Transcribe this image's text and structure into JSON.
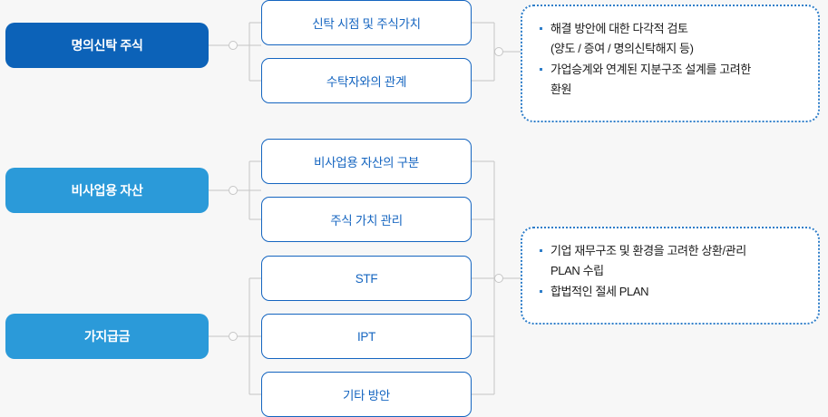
{
  "diagram": {
    "type": "mind-map",
    "background_color": "#f7f7f7",
    "colors": {
      "category_dark": "#0c62b8",
      "category_light": "#2b9ad9",
      "node_border": "#1565c0",
      "node_text": "#1565c0",
      "callout_border": "#2f7ec9",
      "connector": "#c6c6c6"
    },
    "groups": [
      {
        "category": {
          "label": "명의신탁 주식",
          "style": "dark"
        },
        "nodes": [
          {
            "label": "신탁 시점 및 주식가치"
          },
          {
            "label": "수탁자와의 관계"
          }
        ]
      },
      {
        "category": {
          "label": "비사업용 자산",
          "style": "light"
        },
        "nodes": [
          {
            "label": "비사업용 자산의 구분"
          },
          {
            "label": "주식 가치 관리"
          }
        ]
      },
      {
        "category": {
          "label": "가지급금",
          "style": "light"
        },
        "nodes": [
          {
            "label": "STF"
          },
          {
            "label": "IPT"
          },
          {
            "label": "기타 방안"
          }
        ]
      }
    ],
    "callouts": [
      {
        "id": "callout-top",
        "bullets": [
          {
            "lines": [
              "해결 방안에 대한 다각적 검토",
              "(양도 / 증여 / 명의신탁해지 등)"
            ]
          },
          {
            "lines": [
              "가업승계와 연계된 지분구조 설계를 고려한",
              "환원"
            ]
          }
        ]
      },
      {
        "id": "callout-bottom",
        "bullets": [
          {
            "lines": [
              "기업 재무구조 및 환경을 고려한 상환/관리",
              "PLAN 수립"
            ]
          },
          {
            "lines": [
              "합법적인 절세 PLAN"
            ]
          }
        ]
      }
    ]
  }
}
